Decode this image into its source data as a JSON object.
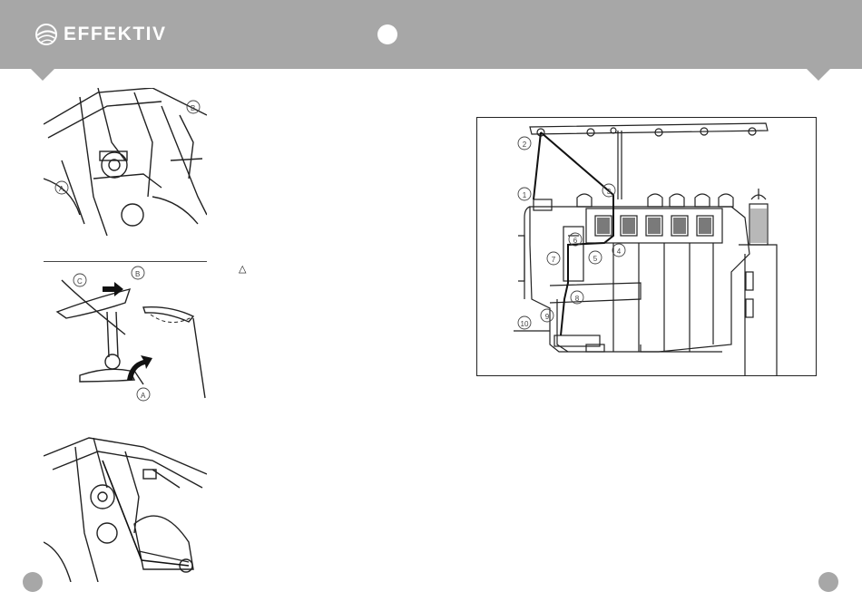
{
  "header": {
    "brand": "EFFEKTIV",
    "brand_icon": "globe-swoosh-icon",
    "background": "#a7a7a7"
  },
  "figure_top": {
    "labels": {
      "a": "A",
      "b": "B"
    }
  },
  "figure_middle": {
    "labels": {
      "a": "A",
      "b": "B",
      "c": "C"
    }
  },
  "caution_symbol": "△",
  "threading_diagram": {
    "labels": [
      "1",
      "2",
      "3",
      "4",
      "5",
      "6",
      "7",
      "8",
      "9",
      "10"
    ]
  }
}
